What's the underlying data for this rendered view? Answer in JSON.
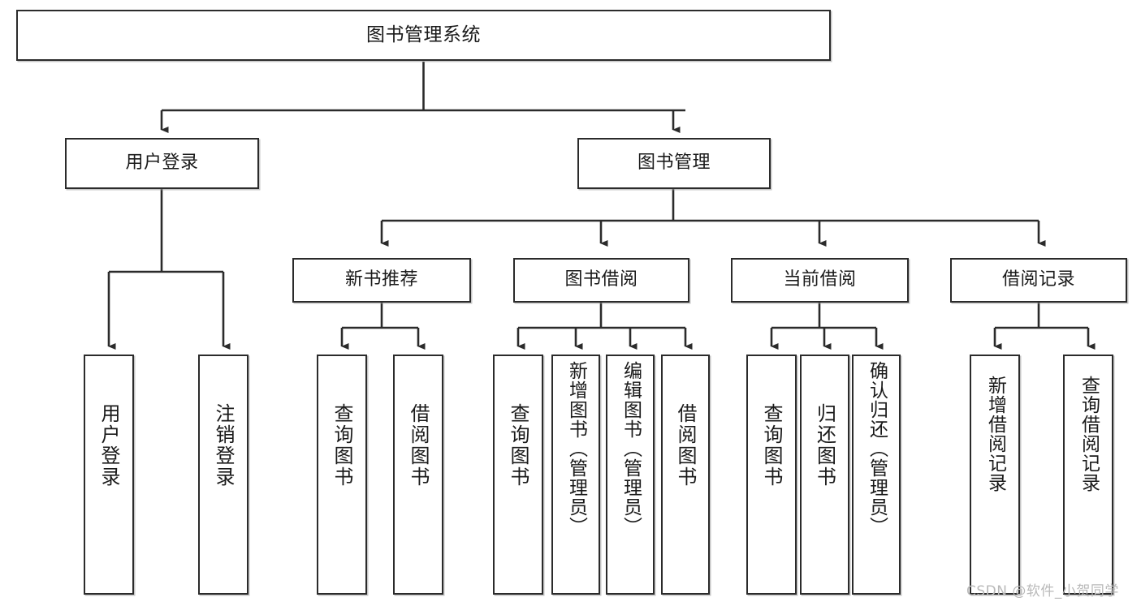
{
  "diagram": {
    "type": "tree-hierarchy",
    "title": "图书管理系统",
    "root": {
      "id": "root",
      "label": "图书管理系统",
      "orientation": "horizontal"
    },
    "level2": [
      {
        "id": "user-login",
        "label": "用户登录",
        "orientation": "horizontal"
      },
      {
        "id": "book-management",
        "label": "图书管理",
        "orientation": "horizontal"
      }
    ],
    "level3": [
      {
        "id": "new-book-recommend",
        "label": "新书推荐",
        "orientation": "horizontal",
        "parent": "book-management"
      },
      {
        "id": "book-borrow",
        "label": "图书借阅",
        "orientation": "horizontal",
        "parent": "book-management"
      },
      {
        "id": "current-borrow",
        "label": "当前借阅",
        "orientation": "horizontal",
        "parent": "book-management"
      },
      {
        "id": "borrow-record",
        "label": "借阅记录",
        "orientation": "horizontal",
        "parent": "book-management"
      }
    ],
    "leaves": [
      {
        "id": "leaf-user-login",
        "label": "用户登录",
        "orientation": "vertical",
        "parent": "user-login"
      },
      {
        "id": "leaf-user-logout",
        "label": "注销登录",
        "orientation": "vertical",
        "parent": "user-login"
      },
      {
        "id": "leaf-query-book-1",
        "label": "查询图书",
        "orientation": "vertical",
        "parent": "new-book-recommend"
      },
      {
        "id": "leaf-borrow-book-1",
        "label": "借阅图书",
        "orientation": "vertical",
        "parent": "new-book-recommend"
      },
      {
        "id": "leaf-query-book-2",
        "label": "查询图书",
        "orientation": "vertical",
        "parent": "book-borrow"
      },
      {
        "id": "leaf-add-book",
        "label": "新增图书（管理员）",
        "orientation": "vertical",
        "parent": "book-borrow"
      },
      {
        "id": "leaf-edit-book",
        "label": "编辑图书（管理员）",
        "orientation": "vertical",
        "parent": "book-borrow"
      },
      {
        "id": "leaf-borrow-book-2",
        "label": "借阅图书",
        "orientation": "vertical",
        "parent": "book-borrow"
      },
      {
        "id": "leaf-query-book-3",
        "label": "查询图书",
        "orientation": "vertical",
        "parent": "current-borrow"
      },
      {
        "id": "leaf-return-book",
        "label": "归还图书",
        "orientation": "vertical",
        "parent": "current-borrow"
      },
      {
        "id": "leaf-confirm-return",
        "label": "确认归还（管理员）",
        "orientation": "vertical",
        "parent": "current-borrow"
      },
      {
        "id": "leaf-add-record",
        "label": "新增借阅记录",
        "orientation": "vertical",
        "parent": "borrow-record"
      },
      {
        "id": "leaf-query-record",
        "label": "查询借阅记录",
        "orientation": "vertical",
        "parent": "borrow-record"
      }
    ],
    "colors": {
      "stroke": "#2b2b2b",
      "fill": "#ffffff",
      "text": "#1a1a1a",
      "shadow": "#969696"
    }
  },
  "watermark": {
    "text": "CSDN @软件_小贺同学"
  }
}
